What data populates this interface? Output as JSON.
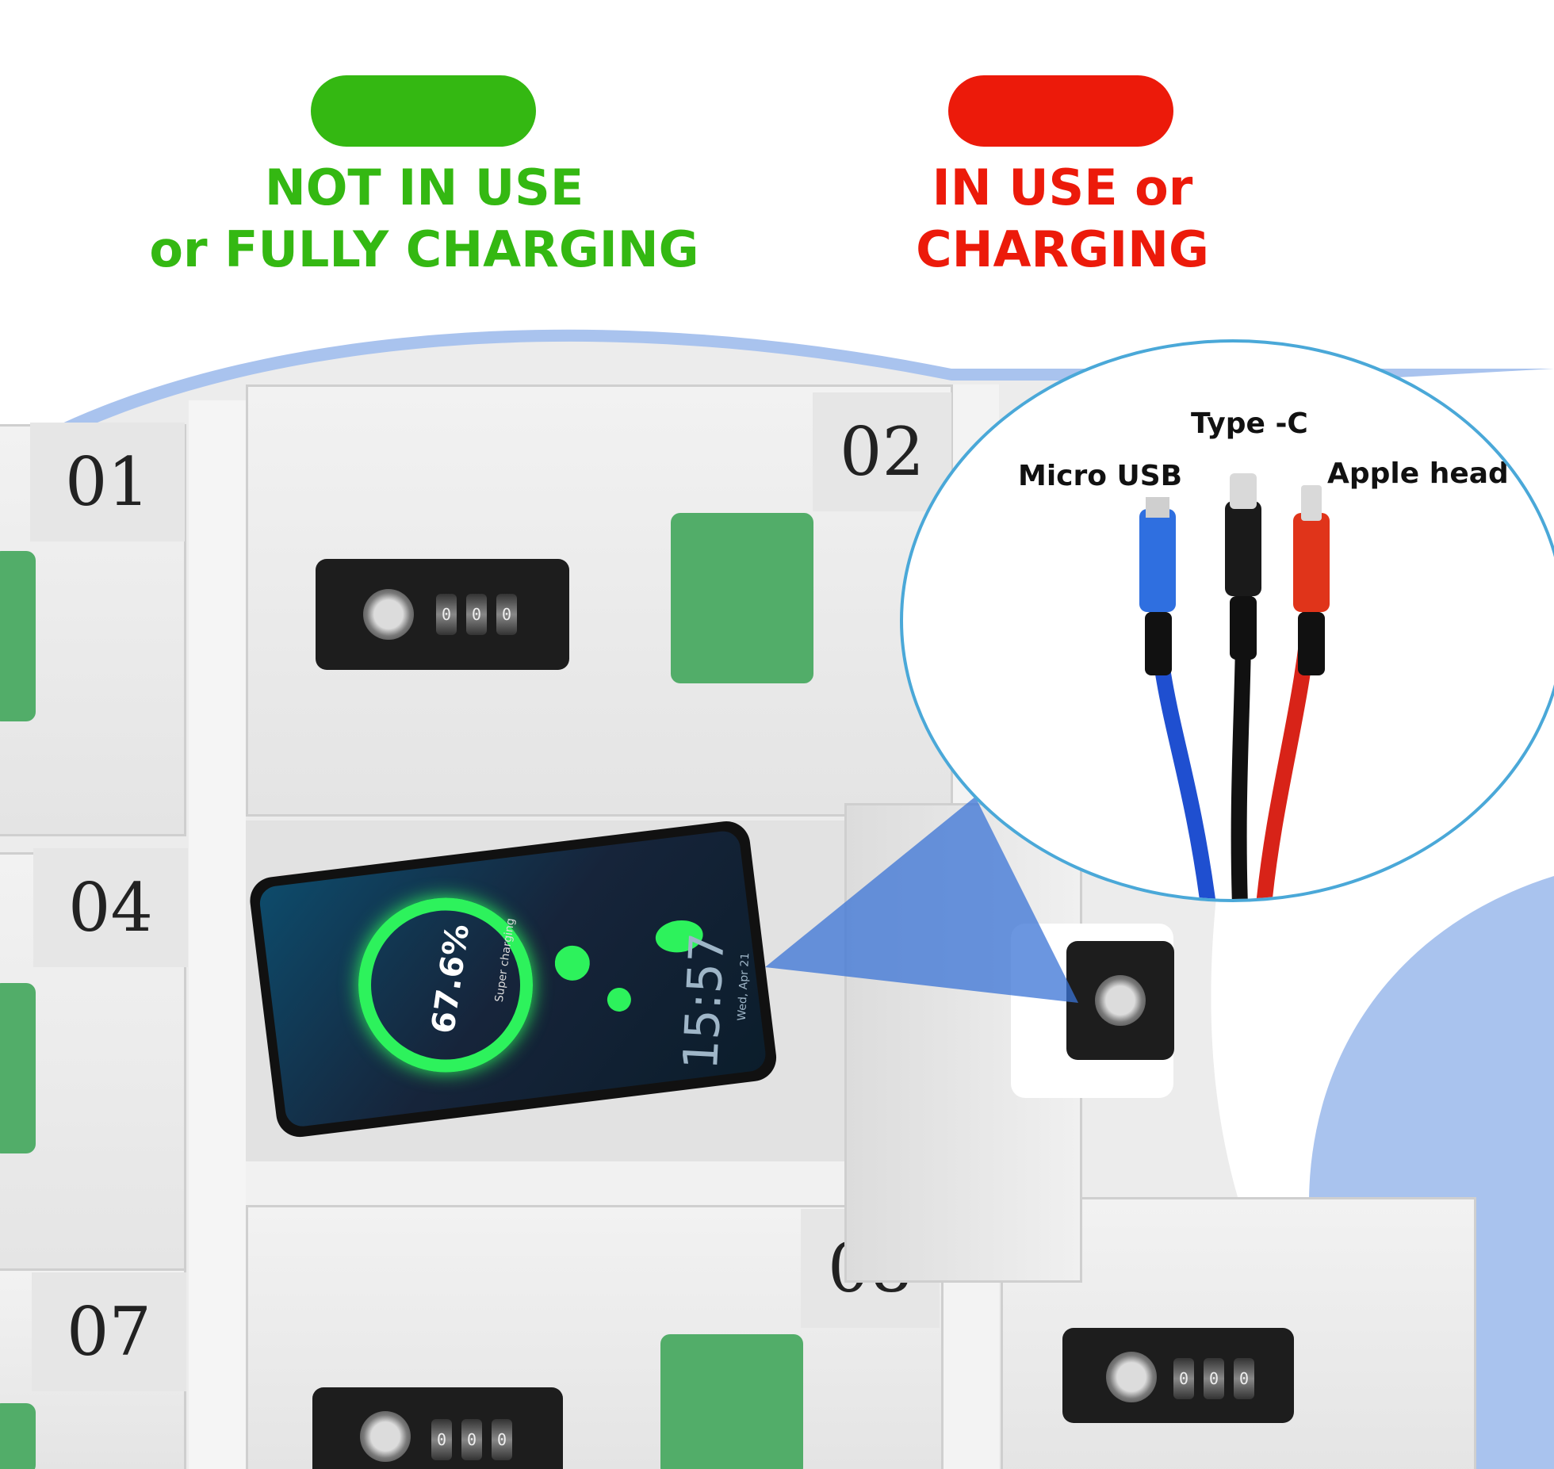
{
  "legend": {
    "available": {
      "label_line1": "NOT IN USE",
      "label_line2": "or FULLY CHARGING",
      "color": "#34b812"
    },
    "occupied": {
      "label_line1": "IN USE or",
      "label_line2": "CHARGING",
      "color": "#ec1a0a"
    }
  },
  "lockers": {
    "doors": [
      {
        "number": "01"
      },
      {
        "number": "02"
      },
      {
        "number": "04"
      },
      {
        "number": "07"
      },
      {
        "number": "08"
      }
    ],
    "dial_digits": "0"
  },
  "phone_screen": {
    "battery_percent": "67.6%",
    "charging_label": "Super charging",
    "time": "15:57",
    "date": "Wed, Apr 21"
  },
  "callout": {
    "cables": [
      {
        "label": "Micro USB",
        "color": "#1f4fd0"
      },
      {
        "label": "Type -C",
        "color": "#111111"
      },
      {
        "label": "Apple head",
        "color": "#d82318"
      }
    ],
    "ring_color": "#4aa8d8"
  },
  "colors": {
    "wave": "#a9c3ee",
    "led_green": "#52ad69",
    "led_red": "#e8231a"
  }
}
